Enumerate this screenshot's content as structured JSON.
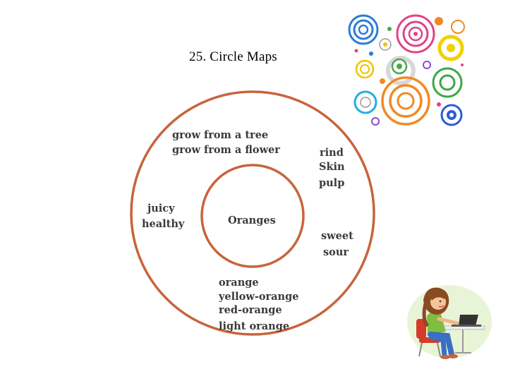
{
  "slide": {
    "title": "25. Circle Maps"
  },
  "circle_map": {
    "center": "Oranges",
    "groups": [
      {
        "lines": [
          "grow from a tree",
          "grow from a flower"
        ]
      },
      {
        "lines": [
          "rind",
          "Skin",
          "pulp"
        ]
      },
      {
        "lines": [
          "juicy",
          "healthy"
        ]
      },
      {
        "lines": [
          "sweet",
          "sour"
        ]
      },
      {
        "lines": [
          "orange",
          "yellow-orange",
          "red-orange",
          "light orange"
        ]
      }
    ],
    "ring_color": "#c8643c"
  },
  "decorations": {
    "rings_graphic": "colorful-concentric-circles",
    "illustration": "girl-at-laptop"
  }
}
